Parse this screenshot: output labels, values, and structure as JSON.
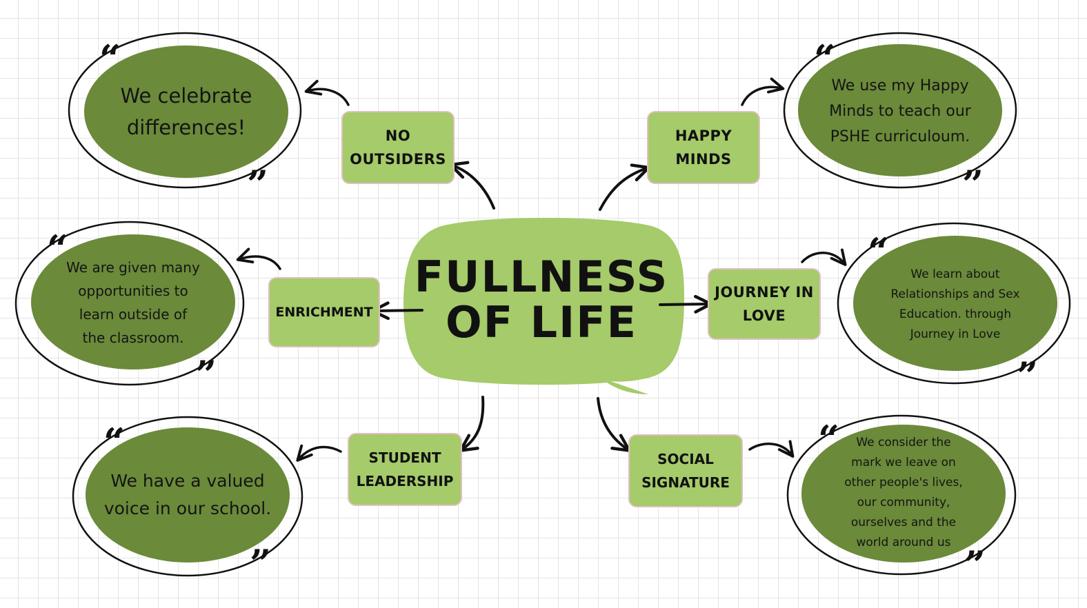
{
  "center": {
    "line1": "FULLNESS",
    "line2": "OF LIFE"
  },
  "topics": {
    "no_outsiders": [
      "NO",
      "OUTSIDERS"
    ],
    "happy_minds": [
      "HAPPY MINDS"
    ],
    "enrichment": [
      "ENRICHMENT"
    ],
    "journey_in_love": [
      "JOURNEY IN",
      "LOVE"
    ],
    "student_leadership": [
      "STUDENT",
      "LEADERSHIP"
    ],
    "social_signature": [
      "SOCIAL",
      "SIGNATURE"
    ]
  },
  "quotes": {
    "no_outsiders": [
      "We celebrate",
      "differences!"
    ],
    "happy_minds": [
      "We use my Happy",
      "Minds to teach our",
      "PSHE curriculoum."
    ],
    "enrichment": [
      "We are given many",
      "opportunities to",
      "learn outside of",
      "the classroom."
    ],
    "journey_in_love": [
      "We learn about",
      "Relationships and Sex",
      "Education.  through",
      "Journey in Love"
    ],
    "student_leadership": [
      "We have a valued",
      "voice in our school."
    ],
    "social_signature": [
      "We consider the",
      "mark we leave on",
      "other people's lives,",
      "our community,",
      "ourselves and the",
      "world around us"
    ]
  },
  "quote_marks": {
    "open": "“",
    "close": "”"
  },
  "colors": {
    "bubble_dark": "#6b8a3a",
    "box_light": "#a5cb6a",
    "center": "#a5cb6a",
    "ink": "#111111"
  }
}
